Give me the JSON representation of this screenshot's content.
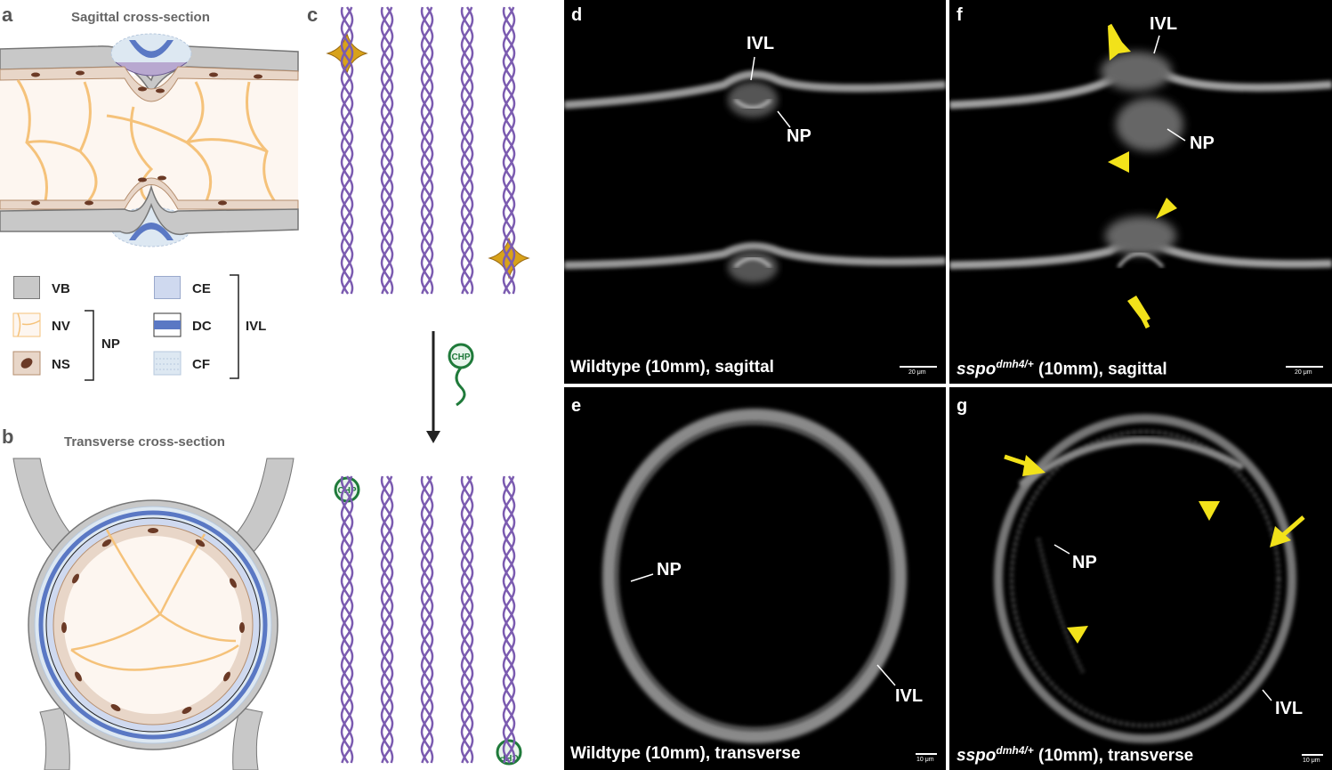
{
  "panels": {
    "a": {
      "label": "a",
      "title": "Sagittal cross-section"
    },
    "b": {
      "label": "b",
      "title": "Transverse cross-section"
    },
    "c": {
      "label": "c",
      "probe_label": "CHP"
    },
    "d": {
      "label": "d",
      "caption": "Wildtype (10mm), sagittal",
      "scale": "20 μm",
      "ann_ivl": "IVL",
      "ann_np": "NP"
    },
    "e": {
      "label": "e",
      "caption": "Wildtype (10mm), transverse",
      "scale": "10 μm",
      "ann_ivl": "IVL",
      "ann_np": "NP"
    },
    "f": {
      "label": "f",
      "caption_gene": "sspo",
      "caption_allele": "dmh4/+",
      "caption_rest": " (10mm), sagittal",
      "scale": "20 μm",
      "ann_ivl": "IVL",
      "ann_np": "NP"
    },
    "g": {
      "label": "g",
      "caption_gene": "sspo",
      "caption_allele": "dmh4/+",
      "caption_rest": " (10mm), transverse",
      "scale": "10 μm",
      "ann_ivl": "IVL",
      "ann_np": "NP"
    }
  },
  "legend": {
    "vb": "VB",
    "nv": "NV",
    "ns": "NS",
    "np_group": "NP",
    "ce": "CE",
    "dc": "DC",
    "cf": "CF",
    "ivl_group": "IVL"
  },
  "colors": {
    "bone": "#c8c8c8",
    "notochord_vacuole": "#f5c27a",
    "sheath_cell": "#6b3a26",
    "ce": "#cfd9ef",
    "dc": "#5a78c4",
    "cf": "#dde8f2",
    "collagen": "#7b5bb0",
    "chp": "#1f7a3a",
    "star": "#d8a21a",
    "arrow": "#f2e21a"
  }
}
